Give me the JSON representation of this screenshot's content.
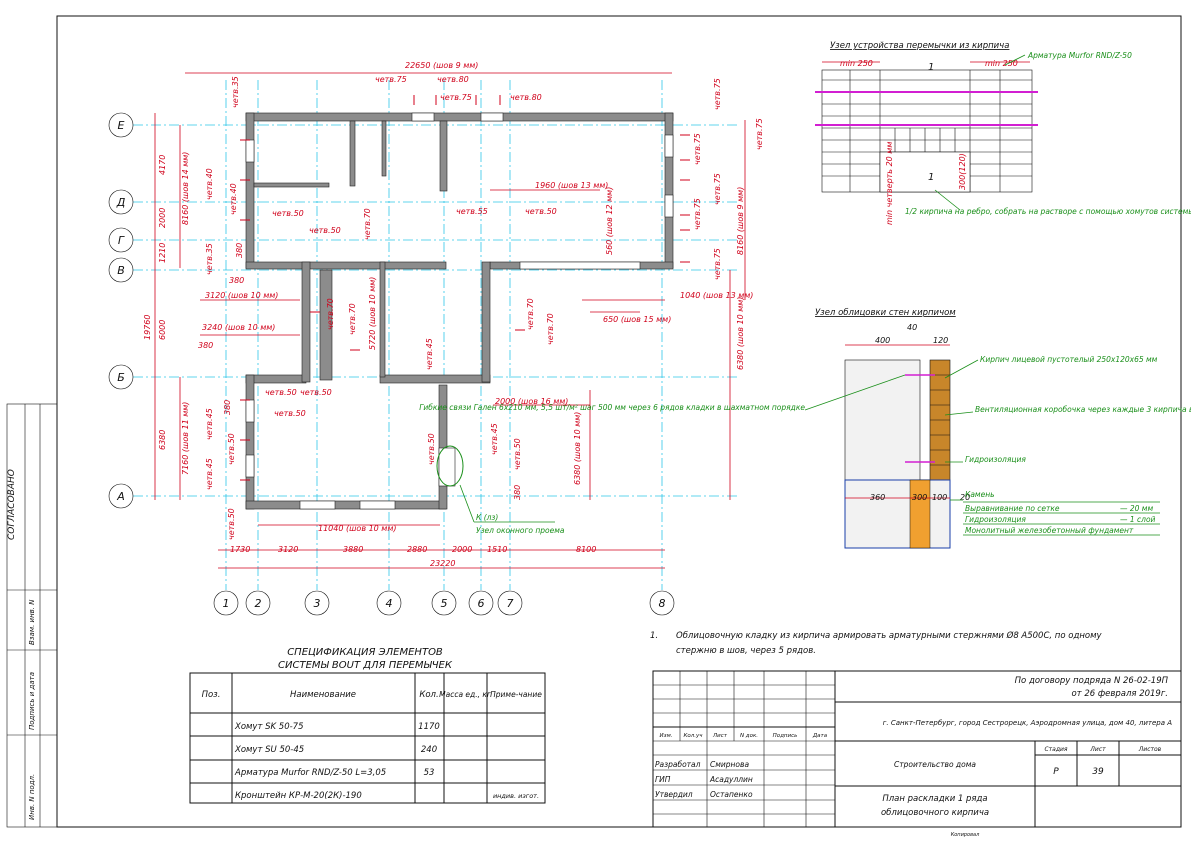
{
  "plan": {
    "axes_letters": [
      "Е",
      "Д",
      "Г",
      "В",
      "Б",
      "А"
    ],
    "axes_numbers": [
      "1",
      "2",
      "3",
      "4",
      "5",
      "6",
      "7",
      "8"
    ],
    "top_overall": "22650 (шов 9 мм)",
    "top_labels": [
      "четв.75",
      "четв.80",
      "четв.75",
      "четв.80",
      "четв.35"
    ],
    "left_dims_outer": [
      "4170",
      "2000",
      "1210",
      "6000",
      "6380",
      "19760"
    ],
    "left_dims_inner": [
      "8160 (шов 14 мм)",
      "7160 (шов 11 мм)"
    ],
    "left_labels": [
      "четв.40",
      "четв.40",
      "четв.35",
      "четв.45",
      "четв.45",
      "четв.50",
      "четв.50",
      "четв.50"
    ],
    "right_dims": [
      "8160 (шов 9 мм)",
      "6380 (шов 10 мм)",
      "1040 (шов 13 мм)",
      "650 (шов 15 мм)"
    ],
    "right_labels": [
      "четв.75",
      "четв.75",
      "четв.75",
      "четв.75",
      "четв.75",
      "четв.75"
    ],
    "inner_labels": [
      "1960 (шов 13 мм)",
      "560 (шов 12 мм)",
      "четв.55",
      "четв.50",
      "четв.50",
      "четв.50",
      "четв.70",
      "четв.70",
      "четв.70",
      "четв.70",
      "четв.70",
      "четв.45",
      "5720 (шов 10 мм)",
      "3120 (шов 10 мм)",
      "3240 (шов 10 мм)",
      "380",
      "380",
      "380",
      "380",
      "380",
      "2000 (шов 16 мм)",
      "6380 (шов 10 мм)",
      "четв.45",
      "четв.50",
      "четв.50",
      "четв.50",
      "четв.50"
    ],
    "bottom_overall": "11040 (шов 10 мм)",
    "bottom_dims": [
      "1730",
      "3120",
      "3880",
      "2880",
      "2000",
      "1510",
      "8100"
    ],
    "bottom_total": "23220",
    "node_mark": "К (лз)",
    "node_caption": "Узел оконного проема"
  },
  "lintel_node": {
    "title": "Узел устройства перемычки из кирпича",
    "min_left": "min 250",
    "min_right": "min 250",
    "section_mark": "1",
    "rebar": "Арматура Murfor RND/Z-50",
    "support_caption": "1/2 кирпича на ребро, собрать на растворе с помощью хомутов системы крепления Bout",
    "vertical_note": "min четверть 20 мм",
    "height_note": "300(120)"
  },
  "cladding_node": {
    "title": "Узел облицовки стен кирпичом",
    "dims": [
      "400",
      "40",
      "120",
      "360",
      "300",
      "100",
      "20"
    ],
    "left_note": "Гибкие связи Гален 6х210 мм, 5,5 шт/м² шаг 500 мм через 6 рядов кладки в шахматном порядке",
    "labels": [
      "Кирпич лицевой пустотелый 250х120х65 мм",
      "Вентиляционная коробочка через каждые 3 кирпича в цвете кладочного раствора",
      "Гидроизоляция",
      "Камень",
      "Выравнивание по сетке — 20 мм",
      "Гидроизоляция",
      "Монолитный железобетонный фундамент"
    ],
    "layers": [
      "Выравнивание по сетке",
      "Гидроизоляция",
      "Монолитный железобетонный фундамент"
    ],
    "layer_values": [
      "— 20 мм",
      "— 1 слой",
      ""
    ]
  },
  "spec": {
    "title_line1": "СПЕЦИФИКАЦИЯ ЭЛЕМЕНТОВ",
    "title_line2": "СИСТЕМЫ BOUT ДЛЯ ПЕРЕМЫЧЕК",
    "headers": [
      "Поз.",
      "Наименование",
      "Кол.",
      "Масса ед., кг",
      "Приме-чание"
    ],
    "rows": [
      {
        "pos": "",
        "name": "Хомут SK 50-75",
        "qty": "1170",
        "mass": "",
        "note": ""
      },
      {
        "pos": "",
        "name": "Хомут SU 50-45",
        "qty": "240",
        "mass": "",
        "note": ""
      },
      {
        "pos": "",
        "name": "Арматура Murfor RND/Z-50  L=3,05",
        "qty": "53",
        "mass": "",
        "note": ""
      },
      {
        "pos": "",
        "name": "Кронштейн КР-М-20(2К)-190",
        "qty": "",
        "mass": "",
        "note": "индив. изгот."
      }
    ]
  },
  "note": {
    "number": "1.",
    "text1": "Облицовочную кладку из кирпича армировать арматурными стержнями Ø8 А500С, по одному",
    "text2": "стержню в шов, через 5 рядов."
  },
  "stamp": {
    "contract1": "По договору подряда N 26-02-19П",
    "contract2": "от 26 февраля 2019г.",
    "address": "г. Санкт-Петербург, город Сестрорецк, Аэродромная улица, дом 40, литера А",
    "col_heads": [
      "Изм.",
      "Кол.уч",
      "Лист",
      "N док.",
      "Подпись",
      "Дата"
    ],
    "roles": [
      {
        "role": "Разработал",
        "name": "Смирнова"
      },
      {
        "role": "ГИП",
        "name": "Асадуллин"
      },
      {
        "role": "Утвердил",
        "name": "Остапенко"
      }
    ],
    "object": "Строительство дома",
    "stage_head": "Стадия",
    "sheet_head": "Лист",
    "sheets_head": "Листов",
    "stage": "Р",
    "sheet": "39",
    "sheets": "",
    "doc_title1": "План раскладки 1 ряда",
    "doc_title2": "облицовочного кирпича",
    "format": "Копировал"
  },
  "margin": {
    "agreed": "СОГЛАСОВАНО",
    "fields": [
      "Взам. инв. N",
      "Подпись и дата",
      "Инв. N подл."
    ]
  }
}
